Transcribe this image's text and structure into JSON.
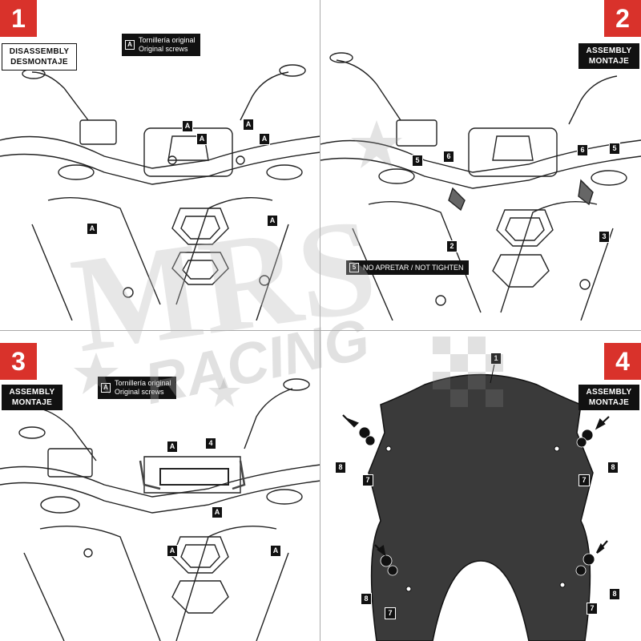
{
  "watermark": {
    "brand": "MRS",
    "sub": "RACING"
  },
  "panels": [
    {
      "step": "1",
      "title_lines": [
        "DISASSEMBLY",
        "DESMONTAJE"
      ],
      "note": {
        "key": "A",
        "lines": [
          "Tornillería original",
          "Original screws"
        ]
      },
      "callouts": [
        "A",
        "A",
        "A",
        "A",
        "A",
        "A"
      ]
    },
    {
      "step": "2",
      "title_lines": [
        "ASSEMBLY",
        "MONTAJE"
      ],
      "note": {
        "key": "5",
        "text": "NO APRETAR / NOT TIGHTEN"
      },
      "callouts": [
        "5",
        "6",
        "6",
        "5",
        "2",
        "3"
      ]
    },
    {
      "step": "3",
      "title_lines": [
        "ASSEMBLY",
        "MONTAJE"
      ],
      "note": {
        "key": "A",
        "lines": [
          "Tornillería original",
          "Original screws"
        ]
      },
      "callouts": [
        "A",
        "4",
        "A",
        "A",
        "A"
      ]
    },
    {
      "step": "4",
      "title_lines": [
        "ASSEMBLY",
        "MONTAJE"
      ],
      "callouts": [
        "1",
        "8",
        "7",
        "7",
        "8",
        "8",
        "7",
        "7",
        "8"
      ]
    }
  ],
  "colors": {
    "step_badge": "#d9322b",
    "screen": "#3a3a3a",
    "label_bg": "#111111"
  }
}
